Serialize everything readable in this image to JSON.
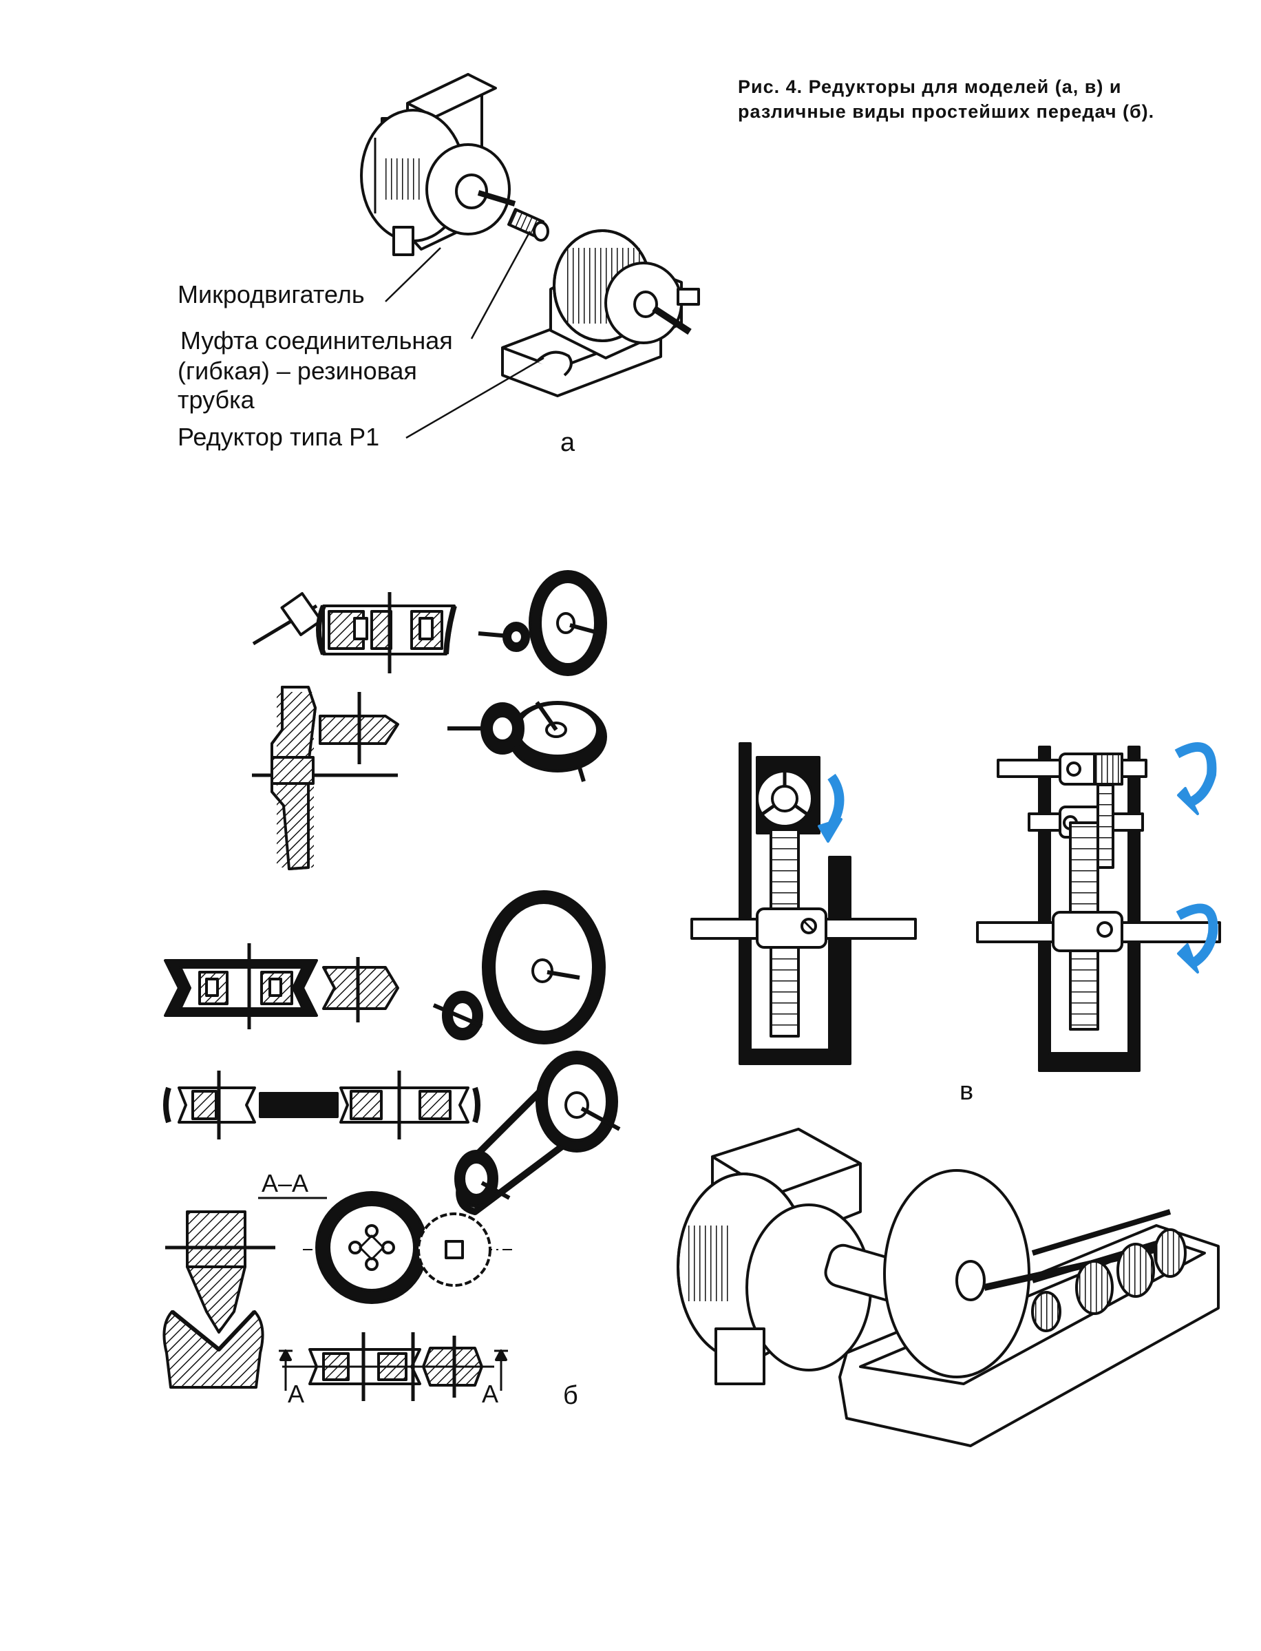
{
  "figure": {
    "caption_line1": "Рис. 4. Редукторы для моделей (а, в) и",
    "caption_line2": "различные виды простейших передач (б)."
  },
  "panel_a": {
    "label_motor": "Микродвигатель",
    "label_coupling_1": "Муфта соединительная",
    "label_coupling_2": "(гибкая) – резиновая",
    "label_coupling_3": "трубка",
    "label_reducer": "Редуктор типа Р1",
    "letter": "а"
  },
  "panel_b": {
    "letter": "б",
    "section_label": "А–А",
    "section_mark_left": "А",
    "section_mark_right": "А"
  },
  "panel_v": {
    "letter": "в",
    "arrow_color": "#2a8fe0"
  },
  "colors": {
    "ink": "#111111",
    "paper": "#ffffff",
    "rotation_arrow": "#2a8fe0"
  }
}
